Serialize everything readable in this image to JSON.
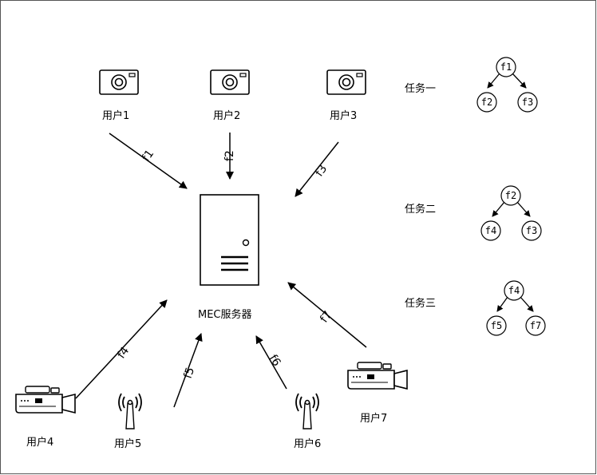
{
  "users": {
    "u1": "用户1",
    "u2": "用户2",
    "u3": "用户3",
    "u4": "用户4",
    "u5": "用户5",
    "u6": "用户6",
    "u7": "用户7"
  },
  "server": {
    "label": "MEC服务器"
  },
  "flows": {
    "f1": "f1",
    "f2": "f2",
    "f3": "f3",
    "f4": "f4",
    "f5": "f5",
    "f6": "f6",
    "f7": "f7"
  },
  "tasks": [
    {
      "label": "任务一",
      "root": "f1",
      "left": "f2",
      "right": "f3"
    },
    {
      "label": "任务二",
      "root": "f2",
      "left": "f4",
      "right": "f3"
    },
    {
      "label": "任务三",
      "root": "f4",
      "left": "f5",
      "right": "f7"
    }
  ],
  "icons": {
    "camera": "camera-icon",
    "camcorder": "video-camera-icon",
    "antenna": "antenna-icon",
    "server": "server-icon"
  }
}
